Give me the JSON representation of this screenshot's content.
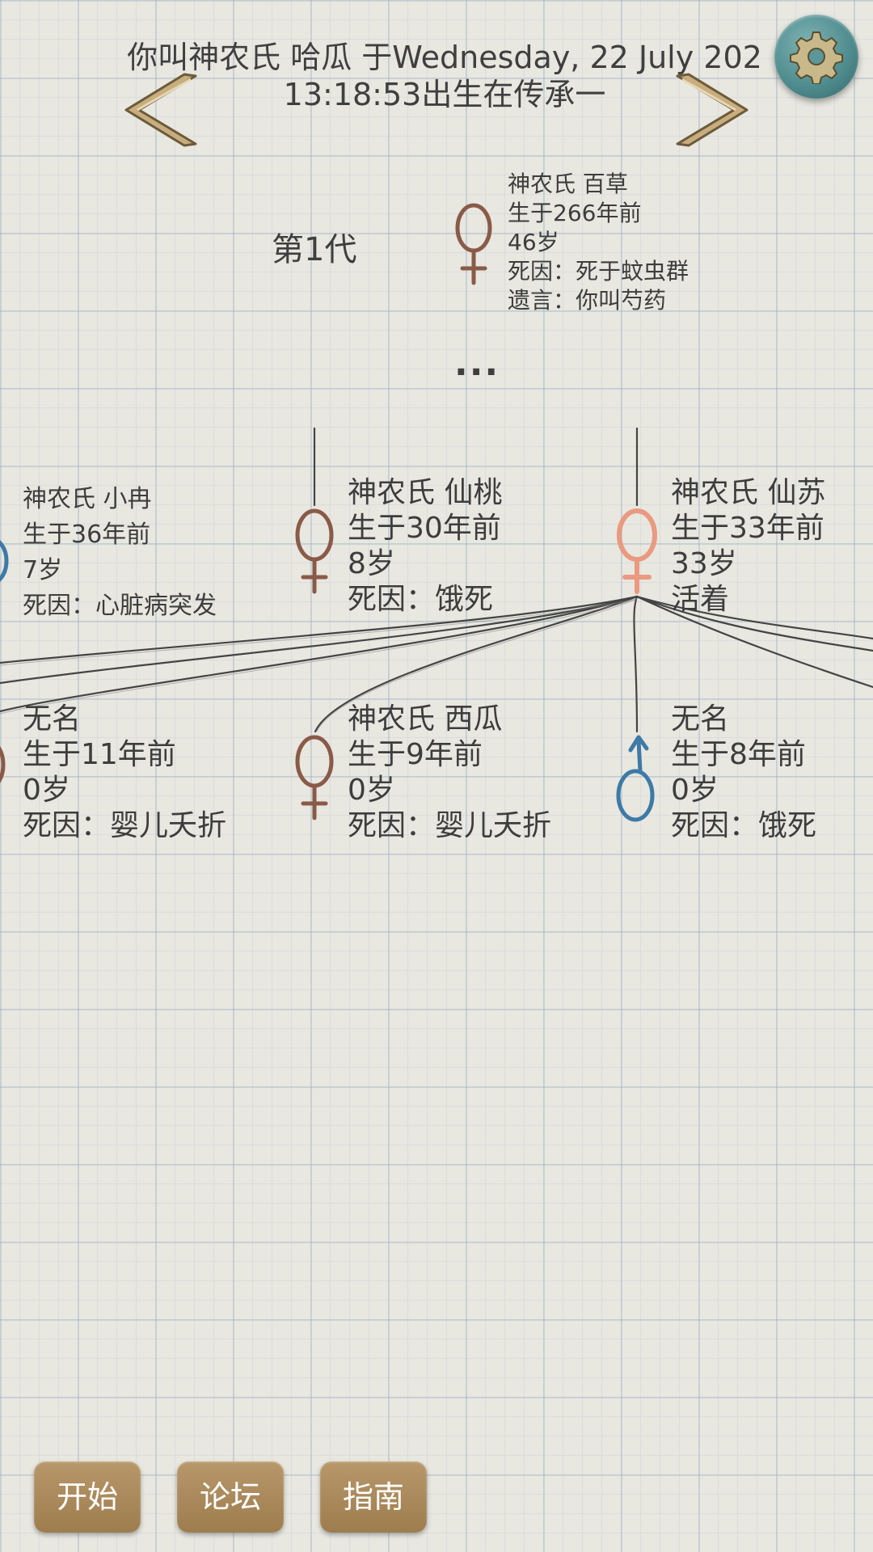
{
  "header": {
    "title_line1": "你叫神农氏 哈瓜 于Wednesday, 22 July 202",
    "title_line2": "13:18:53出生在传承一"
  },
  "generation": {
    "label": "第1代",
    "ellipsis": "..."
  },
  "ancestor": {
    "name": "神农氏 百草",
    "born": "生于266年前",
    "age": "46岁",
    "cause": "死因：死于蚊虫群",
    "will": "遗言：你叫芍药",
    "gender": "female"
  },
  "row1": [
    {
      "name": "神农氏 小冉",
      "born": "生于36年前",
      "age": "7岁",
      "status": "死因：心脏病突发",
      "gender": "male"
    },
    {
      "name": "神农氏 仙桃",
      "born": "生于30年前",
      "age": "8岁",
      "status": "死因：饿死",
      "gender": "female"
    },
    {
      "name": "神农氏 仙苏",
      "born": "生于33年前",
      "age": "33岁",
      "status": "活着",
      "gender": "female",
      "alive": true
    }
  ],
  "row2": [
    {
      "name": "无名",
      "born": "生于11年前",
      "age": "0岁",
      "status": "死因：婴儿夭折",
      "gender": "female"
    },
    {
      "name": "神农氏 西瓜",
      "born": "生于9年前",
      "age": "0岁",
      "status": "死因：婴儿夭折",
      "gender": "female"
    },
    {
      "name": "无名",
      "born": "生于8年前",
      "age": "0岁",
      "status": "死因：饿死",
      "gender": "male"
    }
  ],
  "buttons": {
    "start": "开始",
    "forum": "论坛",
    "guide": "指南"
  },
  "icons": {
    "prev": "chevron-left-icon",
    "next": "chevron-right-icon",
    "settings": "gear-icon"
  },
  "colors": {
    "female_dead": "#8a5a48",
    "female_alive": "#e99a80",
    "male": "#3d7aa6",
    "arrow_gold": "#c8ad7f",
    "button_brown": "#a88558",
    "settings_teal": "#5b9698"
  }
}
